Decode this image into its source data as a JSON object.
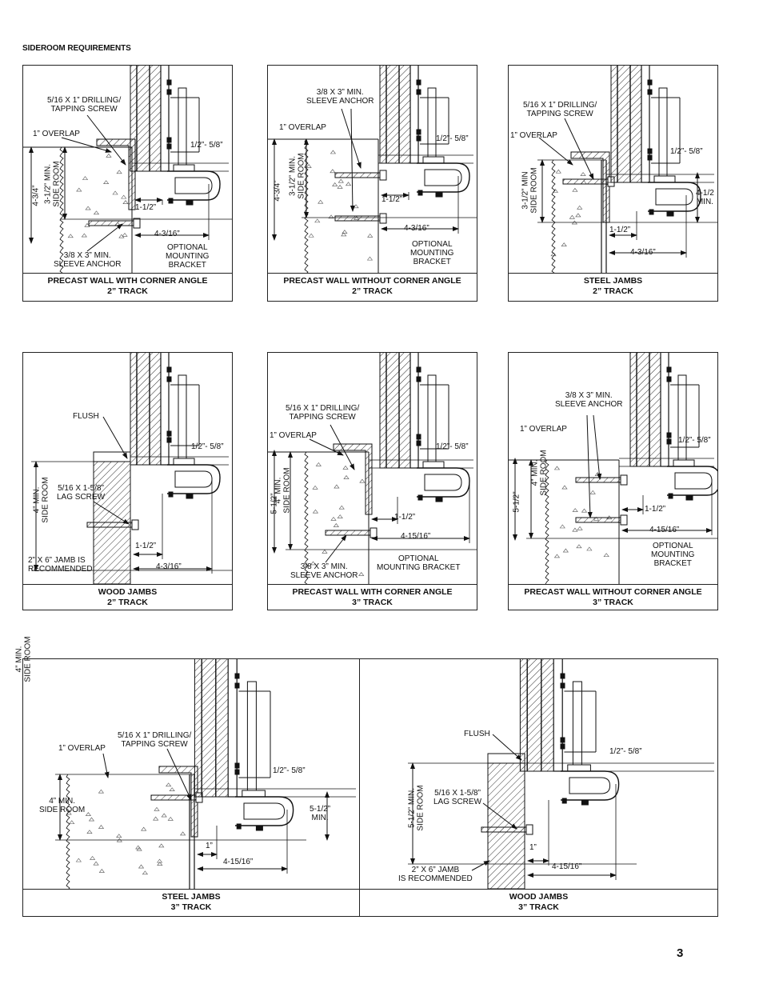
{
  "heading": "SIDEROOM REQUIREMENTS",
  "page_number": "3",
  "panels": [
    {
      "caption": [
        "PRECAST WALL WITH CORNER ANGLE",
        "2” TRACK"
      ],
      "labels": {
        "screw": "5/16 X 1” DRILLING/\nTAPPING SCREW",
        "overlap": "1” OVERLAP",
        "gap": "1/2”- 5/8”",
        "height": "4-3/4”",
        "sideroom": "3-1/2” MIN.\nSIDE ROOM",
        "w1": "1-1/2”",
        "w2": "4-3/16”",
        "anchor": "3/8 X 3” MIN.\nSLEEVE ANCHOR",
        "bracket": "OPTIONAL\nMOUNTING\nBRACKET"
      }
    },
    {
      "caption": [
        "PRECAST WALL WITHOUT CORNER ANGLE",
        "2” TRACK"
      ],
      "labels": {
        "anchor": "3/8 X 3” MIN.\nSLEEVE ANCHOR",
        "overlap": "1” OVERLAP",
        "gap": "1/2”- 5/8”",
        "height": "4-3/4”",
        "sideroom": "3-1/2” MIN.\nSIDE ROOM",
        "w1": "1-1/2”",
        "w2": "4-3/16”",
        "bracket": "OPTIONAL\nMOUNTING\nBRACKET"
      }
    },
    {
      "caption": [
        "STEEL JAMBS",
        "2” TRACK"
      ],
      "labels": {
        "screw": "5/16 X 1” DRILLING/\nTAPPING SCREW",
        "overlap": "1” OVERLAP",
        "gap": "1/2”- 5/8”",
        "sideroom": "3-1/2” MIN\nSIDE ROOM",
        "height": "4-1/2\nMIN.",
        "w1": "1-1/2”",
        "w2": "4-3/16”"
      }
    },
    {
      "caption": [
        "WOOD  JAMBS",
        "2” TRACK"
      ],
      "labels": {
        "flush": "FLUSH",
        "gap": "1/2”- 5/8”",
        "sideroom": "4” MIN.\nSIDE ROOM",
        "lag": "5/16 X 1-5/8”\nLAG SCREW",
        "jamb": "2” X 6” JAMB IS\nRECOMMENDED",
        "w1": "1-1/2”",
        "w2": "4-3/16”"
      }
    },
    {
      "caption": [
        "PRECAST WALL WITH CORNER ANGLE",
        "3” TRACK"
      ],
      "labels": {
        "screw": "5/16 X 1” DRILLING/\nTAPPING SCREW",
        "overlap": "1” OVERLAP",
        "gap": "1/2”- 5/8”",
        "height": "5-1/2”",
        "sideroom": "4” MIN.\nSIDE ROOM",
        "w1": "1-1/2”",
        "w2": "4-15/16”",
        "anchor": "3/8 X 3” MIN.\nSLEEVE ANCHOR",
        "bracket": "OPTIONAL\nMOUNTING BRACKET"
      }
    },
    {
      "caption": [
        "PRECAST WALL WITHOUT CORNER ANGLE",
        "3” TRACK"
      ],
      "labels": {
        "anchor": "3/8 X 3” MIN.\nSLEEVE ANCHOR",
        "overlap": "1” OVERLAP",
        "gap": "1/2”- 5/8”",
        "height": "5-1/2”",
        "sideroom": "4” MIN.\nSIDE ROOM",
        "w1": "1-1/2”",
        "w2": "4-15/16”",
        "bracket": "OPTIONAL\nMOUNTING\nBRACKET"
      }
    },
    {
      "caption": [
        "STEEL JAMBS",
        "3” TRACK"
      ],
      "labels": {
        "overlap": "1” OVERLAP",
        "screw": "5/16 X 1” DRILLING/\nTAPPING SCREW",
        "gap": "1/2”- 5/8”",
        "sideroom": "4” MIN.\nSIDE ROOM",
        "height": "5-1/2”\nMIN.",
        "w1": "1”",
        "w2": "4-15/16”"
      }
    },
    {
      "caption": [
        "WOOD  JAMBS",
        "3” TRACK"
      ],
      "labels": {
        "flush": "FLUSH",
        "gap": "1/2”- 5/8”",
        "sideroom": "5-1/2” MIN.\nSIDE ROOM",
        "lag": "5/16 X 1-5/8”\nLAG SCREW",
        "jamb": "2” X 6” JAMB\nIS RECOMMENDED",
        "w1": "1”",
        "w2": "4-15/16”"
      }
    }
  ]
}
